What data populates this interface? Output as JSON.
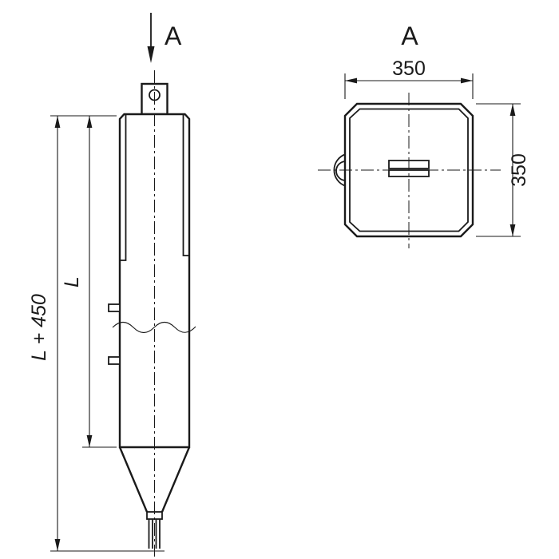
{
  "colors": {
    "line": "#1a1a1a",
    "background": "#ffffff"
  },
  "front_view": {
    "view_arrow_label": "A",
    "dim_total_label": "L + 450",
    "dim_length_label": "L"
  },
  "section_view": {
    "label": "A",
    "dim_width_label": "350",
    "dim_height_label": "350"
  }
}
